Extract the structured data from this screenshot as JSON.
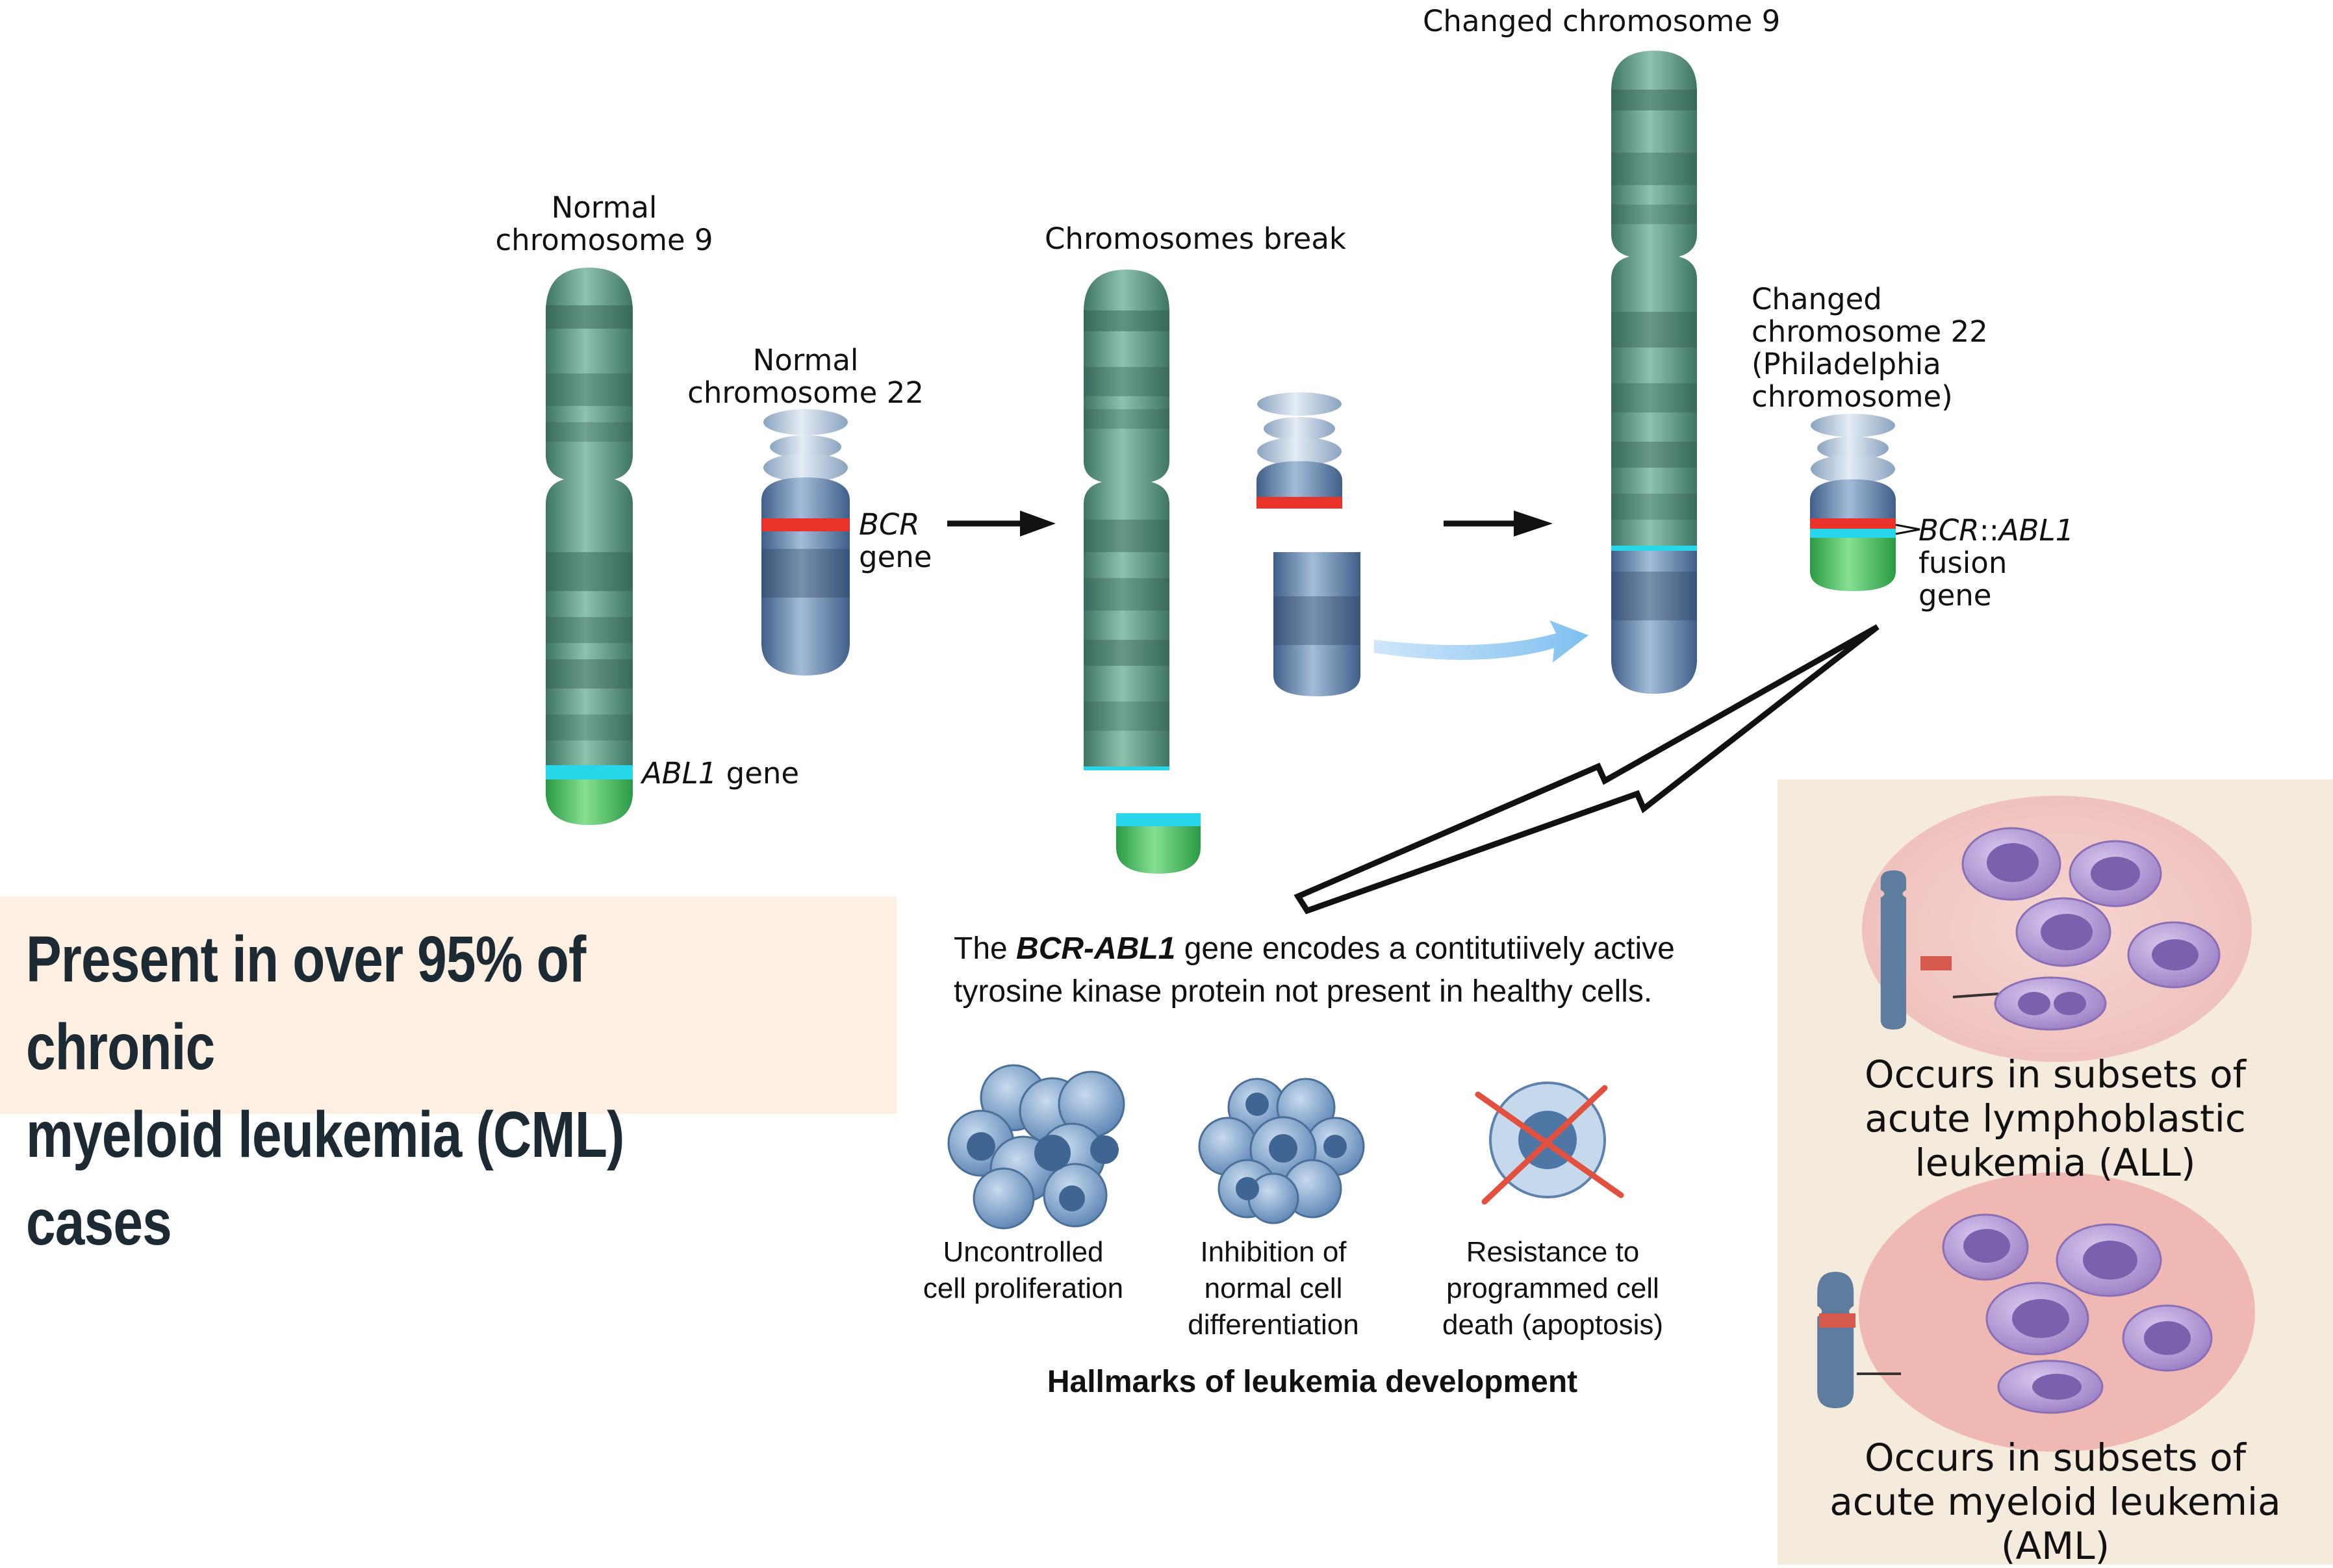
{
  "labels": {
    "normal_chr9": "Normal\nchromosome 9",
    "normal_chr22": "Normal\nchromosome 22",
    "bcr": "BCR",
    "gene": "gene",
    "abl1": "ABL1",
    "abl1_gene_suffix": " gene",
    "chromosomes_break": "Chromosomes break",
    "changed_chr9": "Changed chromosome 9",
    "changed_chr22": "Changed\nchromosome 22\n(Philadelphia\nchromosome)",
    "fusion_bcr": "BCR",
    "fusion_sep": "::",
    "fusion_abl1": "ABL1",
    "fusion_rest": "fusion\ngene"
  },
  "cml_box": {
    "line1": "Present in over 95% of chronic",
    "line2": "myeloid leukemia (CML) cases"
  },
  "description": {
    "prefix": "The ",
    "gene": "BCR-ABL1",
    "suffix": " gene encodes a contitutiively active tyrosine kinase protein not present in healthy cells."
  },
  "hallmarks": {
    "title": "Hallmarks of leukemia development",
    "items": [
      {
        "label": "Uncontrolled\ncell proliferation"
      },
      {
        "label": "Inhibition of\nnormal cell\ndifferentiation"
      },
      {
        "label": "Resistance to\nprogrammed cell\ndeath (apoptosis)"
      }
    ]
  },
  "side_panel": {
    "all_text": "Occurs in subsets of\nacute lymphoblastic\nleukemia (ALL)",
    "aml_text": "Occurs in subsets of\nacute myeloid leukemia\n(AML)"
  },
  "colors": {
    "chr9_green": "#5e9a85",
    "chr22_blue": "#6d8fb6",
    "bcr_red": "#e8322a",
    "abl1_cyan": "#27d6e8",
    "abl1_green": "#46b85e",
    "cell_blue": "#6f98c6",
    "cell_purple": "#a389c8",
    "panel_bg": "#f5ebdd",
    "cml_bg": "#fdf0e2"
  }
}
